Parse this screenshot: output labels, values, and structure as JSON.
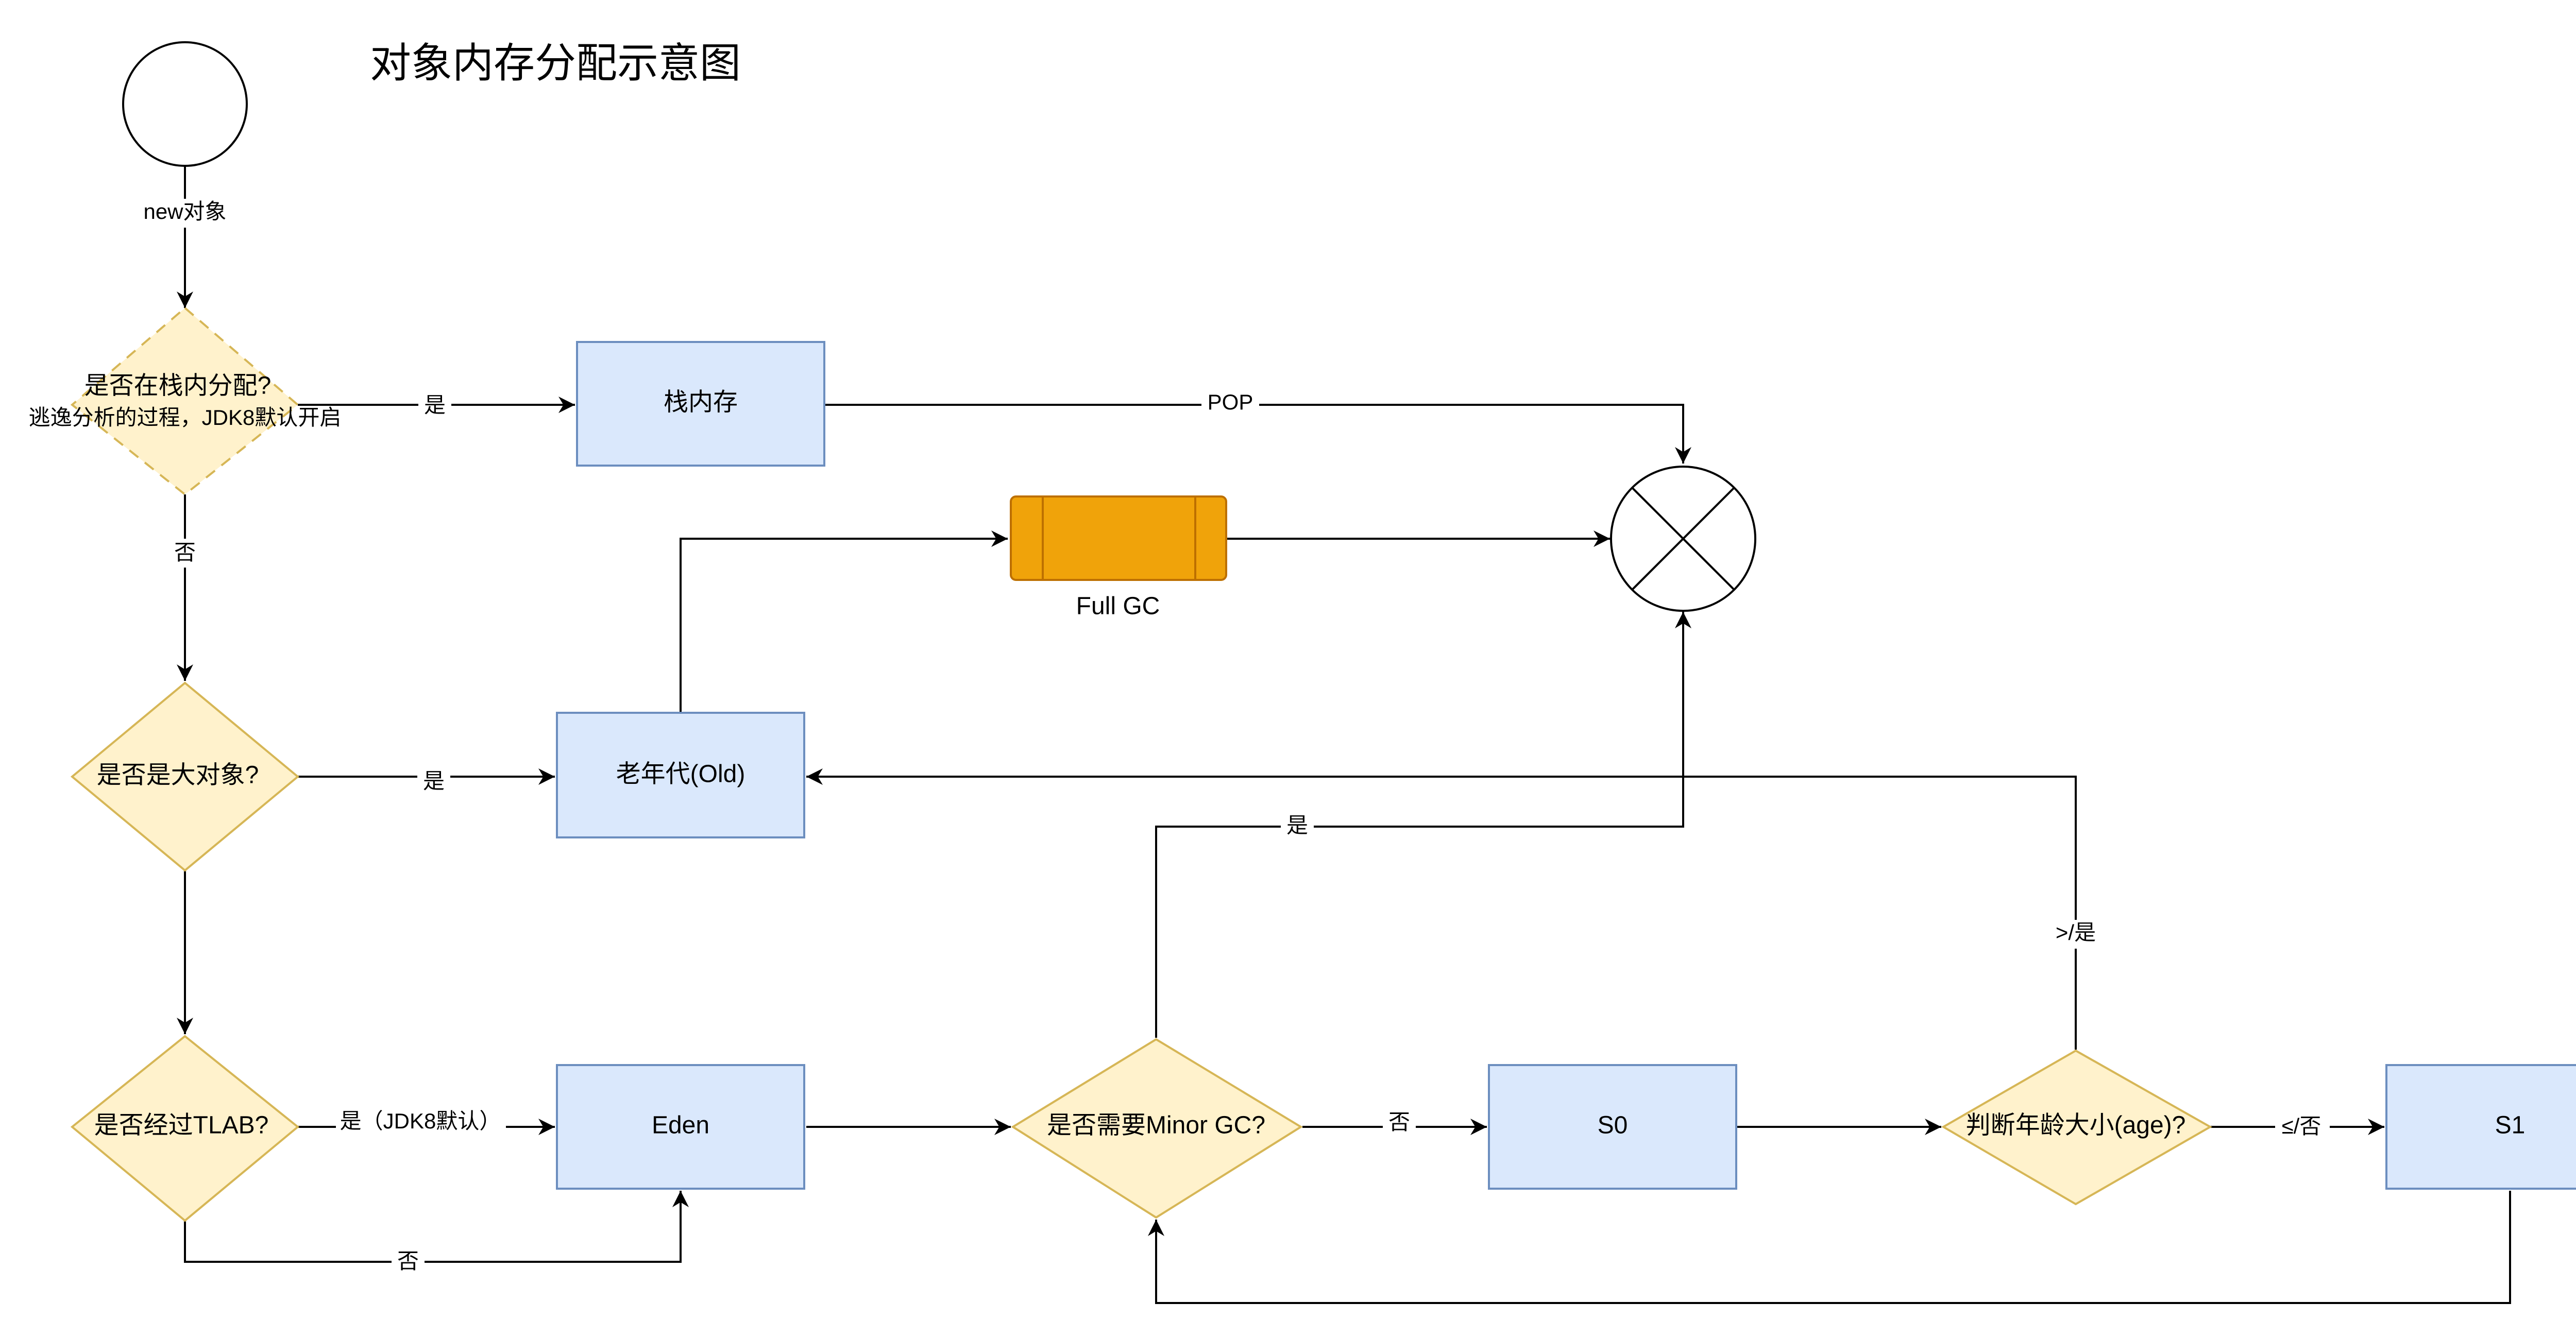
{
  "title": "对象内存分配示意图",
  "colors": {
    "process_fill": "#dae8fc",
    "process_stroke": "#6c8ebf",
    "decision_fill": "#fff2cc",
    "decision_stroke": "#d6b656",
    "gc_fill": "#f0a30a",
    "gc_stroke": "#bd7000",
    "line": "#000000"
  },
  "nodes": {
    "start": "",
    "stack_check_line1": "是否在栈内分配?",
    "stack_check_line2": "逃逸分析的过程，JDK8默认开启",
    "stack_memory": "栈内存",
    "big_object": "是否是大对象?",
    "old_gen": "老年代(Old)",
    "tlab": "是否经过TLAB?",
    "eden": "Eden",
    "minor_gc": "是否需要Minor GC?",
    "s0": "S0",
    "age_check": "判断年龄大小(age)?",
    "s1": "S1",
    "full_gc": "Full GC",
    "end_icon": "close-circle-icon"
  },
  "edges": {
    "new_object": "new对象",
    "stack_yes": "是",
    "pop": "POP",
    "stack_no": "否",
    "big_yes": "是",
    "tlab_yes": "是（JDK8默认）",
    "tlab_no": "否",
    "minor_yes": "是",
    "minor_no": "否",
    "age_gt": ">/是",
    "age_le": "≤/否"
  }
}
